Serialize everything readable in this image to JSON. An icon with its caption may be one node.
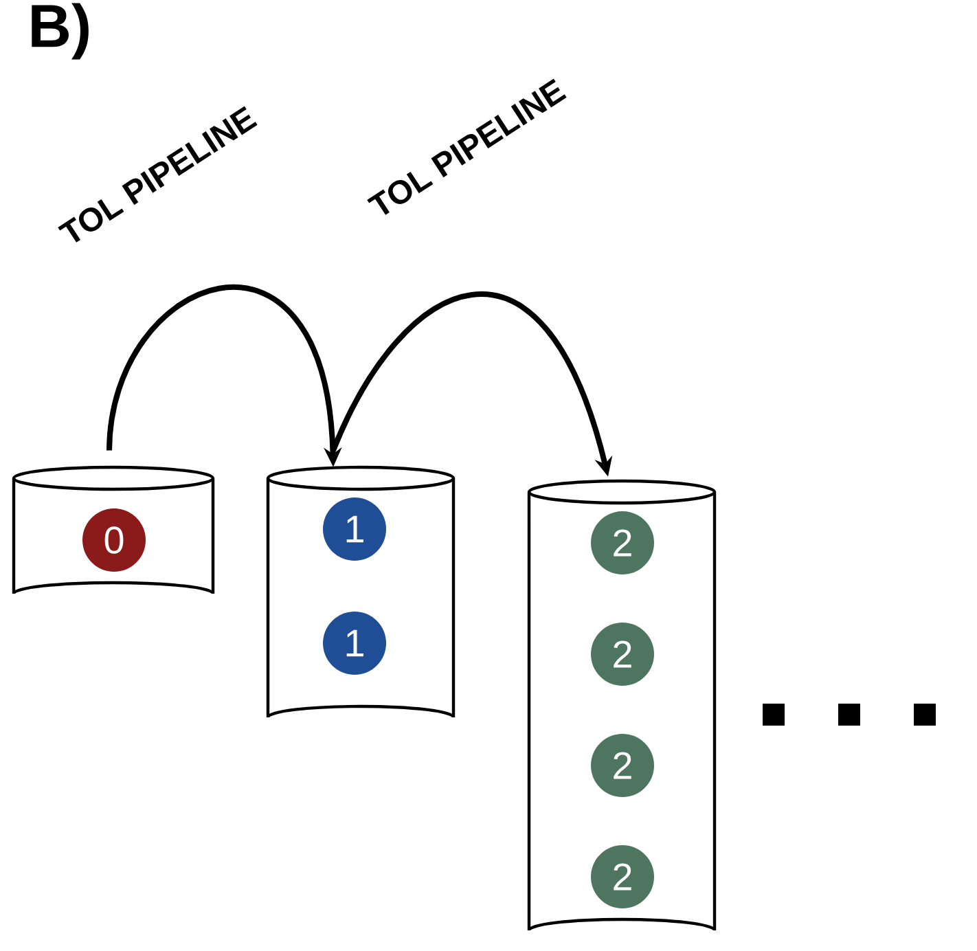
{
  "diagram": {
    "nodes": [
      {
        "text": [],
        "shape": "cylinder"
      },
      {
        "text": [
          "0"
        ],
        "in": 0
      },
      {
        "text": [],
        "shape": "cylinder"
      },
      {
        "text": [
          "1"
        ],
        "in": 2
      },
      {
        "text": [
          "1"
        ],
        "in": 2
      },
      {
        "text": [],
        "shape": "cylinder"
      },
      {
        "text": [
          "2"
        ],
        "in": 5
      },
      {
        "text": [
          "2"
        ],
        "in": 5
      },
      {
        "text": [
          "2"
        ],
        "in": 5
      },
      {
        "text": [
          "2"
        ],
        "in": 5
      }
    ],
    "edges": [
      {
        "from": 0,
        "to": 2,
        "arrow": "to",
        "label": "TOL PIPELINE"
      },
      {
        "from": 2,
        "to": 5,
        "arrow": "to",
        "label": "TOL PIPELINE"
      }
    ],
    "labels": [
      "B)"
    ]
  }
}
